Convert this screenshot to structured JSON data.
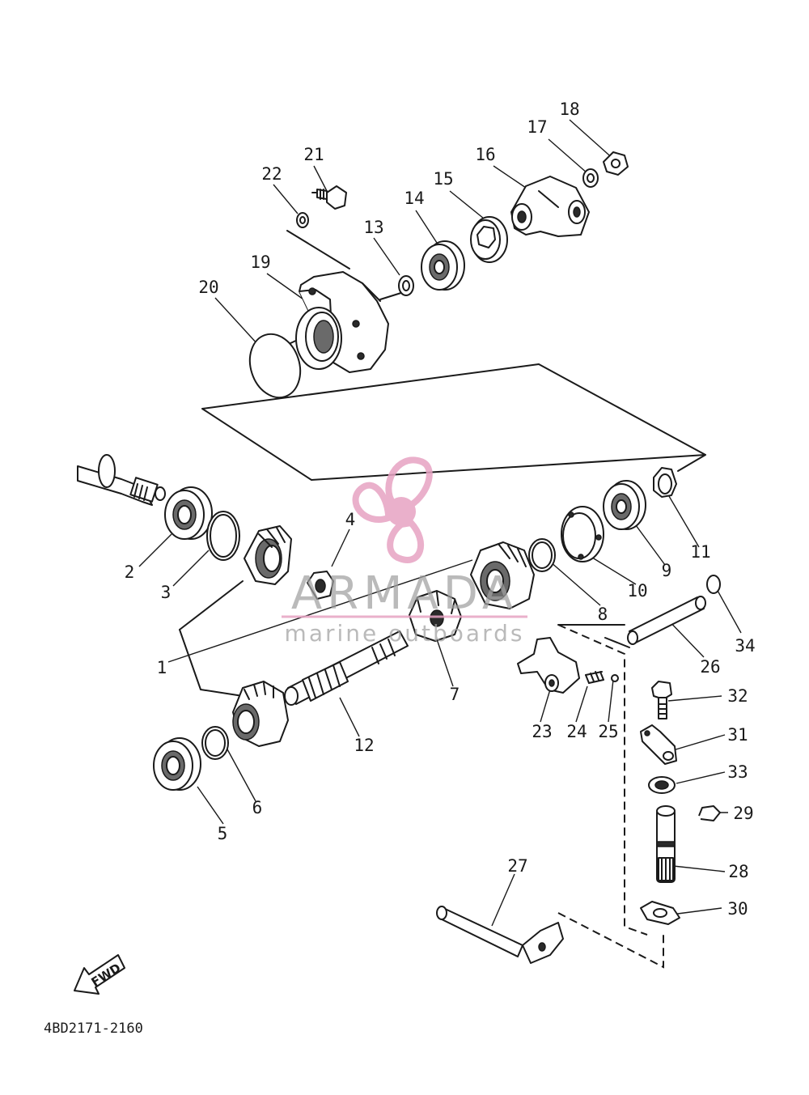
{
  "diagram": {
    "part_labels": [
      "1",
      "2",
      "3",
      "4",
      "5",
      "6",
      "7",
      "8",
      "9",
      "10",
      "11",
      "12",
      "13",
      "14",
      "15",
      "16",
      "17",
      "18",
      "19",
      "20",
      "21",
      "22",
      "23",
      "24",
      "25",
      "26",
      "27",
      "28",
      "29",
      "30",
      "31",
      "32",
      "33",
      "34"
    ],
    "drawing_code": "4BD2171-2160",
    "direction_arrow": "FWD"
  },
  "watermark": {
    "brand": "ARMADA",
    "tagline": "marine outboards",
    "colors": {
      "propeller": "#e7a3c3",
      "hub": "#e7a3c3",
      "text": "#a0a0a0"
    }
  },
  "colors": {
    "line": "#1a1a1a",
    "background": "#ffffff"
  }
}
